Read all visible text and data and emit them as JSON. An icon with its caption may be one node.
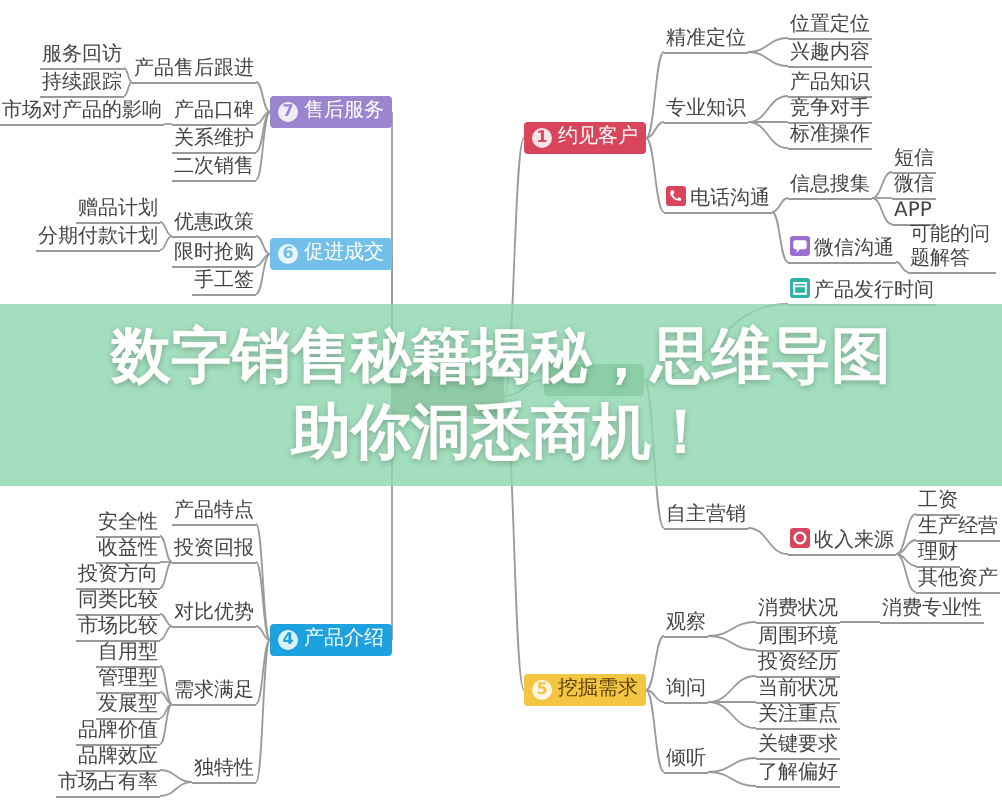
{
  "diagram": {
    "title": "数字销售秘籍揭秘，思维导图助你洞悉商机！",
    "nodes": [
      {
        "text": [],
        "shape": "box"
      },
      {
        "text": [
          "1",
          "约见客户"
        ]
      },
      {
        "text": [
          "精准定位"
        ]
      },
      {
        "text": [
          "位置定位"
        ]
      },
      {
        "text": [
          "兴趣内容"
        ]
      },
      {
        "text": [
          "专业知识"
        ]
      },
      {
        "text": [
          "产品知识"
        ]
      },
      {
        "text": [
          "竞争对手"
        ]
      },
      {
        "text": [
          "标准操作"
        ]
      },
      {
        "text": [
          "电话沟通"
        ]
      },
      {
        "text": [
          "信息搜集"
        ]
      },
      {
        "text": [
          "短信"
        ]
      },
      {
        "text": [
          "微信"
        ]
      },
      {
        "text": [
          "APP"
        ]
      },
      {
        "text": [
          "微信沟通"
        ]
      },
      {
        "text": [
          "可能的问题解答"
        ]
      },
      {
        "text": [],
        "shape": "box"
      },
      {
        "text": [
          "产品发行时间"
        ]
      },
      {
        "text": [
          "自主营销"
        ]
      },
      {
        "text": [
          "收入来源"
        ]
      },
      {
        "text": [
          "工资"
        ]
      },
      {
        "text": [
          "生产经营"
        ]
      },
      {
        "text": [
          "理财"
        ]
      },
      {
        "text": [
          "其他资产"
        ]
      },
      {
        "text": [
          "5",
          "挖掘需求"
        ]
      },
      {
        "text": [
          "观察"
        ]
      },
      {
        "text": [
          "消费状况"
        ]
      },
      {
        "text": [
          "消费专业性"
        ]
      },
      {
        "text": [
          "周围环境"
        ]
      },
      {
        "text": [
          "询问"
        ]
      },
      {
        "text": [
          "投资经历"
        ]
      },
      {
        "text": [
          "当前状况"
        ]
      },
      {
        "text": [
          "关注重点"
        ]
      },
      {
        "text": [
          "倾听"
        ]
      },
      {
        "text": [
          "关键要求"
        ]
      },
      {
        "text": [
          "了解偏好"
        ]
      },
      {
        "text": [
          "7",
          "售后服务"
        ]
      },
      {
        "text": [
          "产品售后跟进"
        ]
      },
      {
        "text": [
          "服务回访"
        ]
      },
      {
        "text": [
          "持续跟踪"
        ]
      },
      {
        "text": [
          "产品口碑"
        ]
      },
      {
        "text": [
          "市场对产品的影响"
        ]
      },
      {
        "text": [
          "关系维护"
        ]
      },
      {
        "text": [
          "二次销售"
        ]
      },
      {
        "text": [
          "6",
          "促进成交"
        ]
      },
      {
        "text": [
          "优惠政策"
        ]
      },
      {
        "text": [
          "赠品计划"
        ]
      },
      {
        "text": [
          "分期付款计划"
        ]
      },
      {
        "text": [
          "限时抢购"
        ]
      },
      {
        "text": [
          "手工签"
        ]
      },
      {
        "text": [
          "4",
          "产品介绍"
        ]
      },
      {
        "text": [
          "产品特点"
        ]
      },
      {
        "text": [
          "投资回报"
        ]
      },
      {
        "text": [
          "安全性"
        ]
      },
      {
        "text": [
          "收益性"
        ]
      },
      {
        "text": [
          "投资方向"
        ]
      },
      {
        "text": [
          "对比优势"
        ]
      },
      {
        "text": [
          "同类比较"
        ]
      },
      {
        "text": [
          "市场比较"
        ]
      },
      {
        "text": [
          "需求满足"
        ]
      },
      {
        "text": [
          "自用型"
        ]
      },
      {
        "text": [
          "管理型"
        ]
      },
      {
        "text": [
          "发展型"
        ]
      },
      {
        "text": [
          "品牌价值"
        ]
      },
      {
        "text": [
          "独特性"
        ]
      },
      {
        "text": [
          "品牌效应"
        ]
      },
      {
        "text": [
          "市场占有率"
        ]
      }
    ],
    "edges": [
      {
        "from": 0,
        "to": 1,
        "arrow": "none"
      },
      {
        "from": 0,
        "to": 16,
        "arrow": "none"
      },
      {
        "from": 0,
        "to": 24,
        "arrow": "none"
      },
      {
        "from": 0,
        "to": 36,
        "arrow": "none"
      },
      {
        "from": 0,
        "to": 44,
        "arrow": "none"
      },
      {
        "from": 0,
        "to": 50,
        "arrow": "none"
      },
      {
        "from": 1,
        "to": 2,
        "arrow": "none"
      },
      {
        "from": 2,
        "to": 3,
        "arrow": "none"
      },
      {
        "from": 2,
        "to": 4,
        "arrow": "none"
      },
      {
        "from": 1,
        "to": 5,
        "arrow": "none"
      },
      {
        "from": 5,
        "to": 6,
        "arrow": "none"
      },
      {
        "from": 5,
        "to": 7,
        "arrow": "none"
      },
      {
        "from": 5,
        "to": 8,
        "arrow": "none"
      },
      {
        "from": 1,
        "to": 9,
        "arrow": "none"
      },
      {
        "from": 9,
        "to": 10,
        "arrow": "none"
      },
      {
        "from": 10,
        "to": 11,
        "arrow": "none"
      },
      {
        "from": 10,
        "to": 12,
        "arrow": "none"
      },
      {
        "from": 10,
        "to": 13,
        "arrow": "none"
      },
      {
        "from": 9,
        "to": 14,
        "arrow": "none"
      },
      {
        "from": 14,
        "to": 15,
        "arrow": "none"
      },
      {
        "from": 16,
        "to": 17,
        "arrow": "none"
      },
      {
        "from": 16,
        "to": 18,
        "arrow": "none"
      },
      {
        "from": 18,
        "to": 19,
        "arrow": "none"
      },
      {
        "from": 19,
        "to": 20,
        "arrow": "none"
      },
      {
        "from": 19,
        "to": 21,
        "arrow": "none"
      },
      {
        "from": 19,
        "to": 22,
        "arrow": "none"
      },
      {
        "from": 19,
        "to": 23,
        "arrow": "none"
      },
      {
        "from": 24,
        "to": 25,
        "arrow": "none"
      },
      {
        "from": 25,
        "to": 26,
        "arrow": "none"
      },
      {
        "from": 26,
        "to": 27,
        "arrow": "none"
      },
      {
        "from": 25,
        "to": 28,
        "arrow": "none"
      },
      {
        "from": 24,
        "to": 29,
        "arrow": "none"
      },
      {
        "from": 29,
        "to": 30,
        "arrow": "none"
      },
      {
        "from": 29,
        "to": 31,
        "arrow": "none"
      },
      {
        "from": 29,
        "to": 32,
        "arrow": "none"
      },
      {
        "from": 24,
        "to": 33,
        "arrow": "none"
      },
      {
        "from": 33,
        "to": 34,
        "arrow": "none"
      },
      {
        "from": 33,
        "to": 35,
        "arrow": "none"
      },
      {
        "from": 36,
        "to": 37,
        "arrow": "none"
      },
      {
        "from": 37,
        "to": 38,
        "arrow": "none"
      },
      {
        "from": 37,
        "to": 39,
        "arrow": "none"
      },
      {
        "from": 36,
        "to": 40,
        "arrow": "none"
      },
      {
        "from": 40,
        "to": 41,
        "arrow": "none"
      },
      {
        "from": 36,
        "to": 42,
        "arrow": "none"
      },
      {
        "from": 36,
        "to": 43,
        "arrow": "none"
      },
      {
        "from": 44,
        "to": 45,
        "arrow": "none"
      },
      {
        "from": 45,
        "to": 46,
        "arrow": "none"
      },
      {
        "from": 45,
        "to": 47,
        "arrow": "none"
      },
      {
        "from": 44,
        "to": 48,
        "arrow": "none"
      },
      {
        "from": 44,
        "to": 49,
        "arrow": "none"
      },
      {
        "from": 50,
        "to": 51,
        "arrow": "none"
      },
      {
        "from": 50,
        "to": 52,
        "arrow": "none"
      },
      {
        "from": 52,
        "to": 53,
        "arrow": "none"
      },
      {
        "from": 52,
        "to": 54,
        "arrow": "none"
      },
      {
        "from": 52,
        "to": 55,
        "arrow": "none"
      },
      {
        "from": 50,
        "to": 56,
        "arrow": "none"
      },
      {
        "from": 56,
        "to": 57,
        "arrow": "none"
      },
      {
        "from": 56,
        "to": 58,
        "arrow": "none"
      },
      {
        "from": 50,
        "to": 59,
        "arrow": "none"
      },
      {
        "from": 59,
        "to": 60,
        "arrow": "none"
      },
      {
        "from": 59,
        "to": 61,
        "arrow": "none"
      },
      {
        "from": 59,
        "to": 62,
        "arrow": "none"
      },
      {
        "from": 59,
        "to": 63,
        "arrow": "none"
      },
      {
        "from": 50,
        "to": 64,
        "arrow": "none"
      },
      {
        "from": 64,
        "to": 65,
        "arrow": "none"
      },
      {
        "from": 64,
        "to": 66,
        "arrow": "none"
      }
    ]
  }
}
